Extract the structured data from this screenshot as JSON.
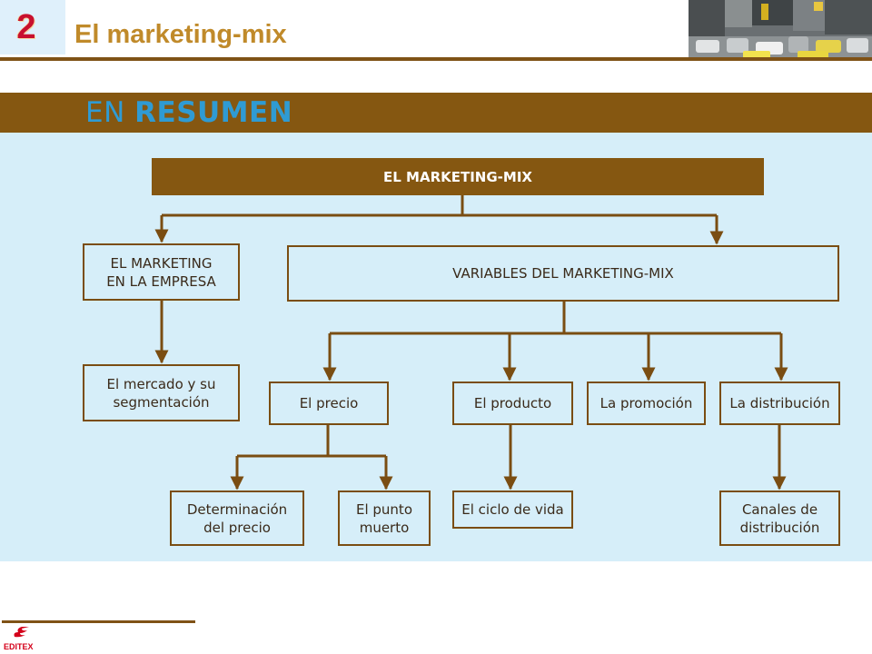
{
  "header": {
    "chapter_number": "2",
    "title": "El marketing-mix"
  },
  "banner": {
    "prefix": "EN ",
    "highlight": "RESUMEN"
  },
  "diagram": {
    "root": "EL MARKETING-MIX",
    "empresa_line1": "EL MARKETING",
    "empresa_line2": "EN LA EMPRESA",
    "mercado_line1": "El mercado y su",
    "mercado_line2": "segmentación",
    "variables": "VARIABLES DEL MARKETING-MIX",
    "precio": "El precio",
    "producto": "El producto",
    "promocion": "La promoción",
    "distribucion": "La distribución",
    "determinacion_line1": "Determinación",
    "determinacion_line2": "del precio",
    "punto_line1": "El punto",
    "punto_line2": "muerto",
    "ciclo": "El ciclo de vida",
    "canales_line1": "Canales de",
    "canales_line2": "distribución"
  },
  "footer": {
    "publisher": "EDITEX"
  },
  "colors": {
    "brown": "#855711",
    "light_blue": "#d6eef9",
    "banner_text": "#2f9bd3",
    "chapter_red": "#c8102e",
    "title_gold": "#c08a2a"
  }
}
